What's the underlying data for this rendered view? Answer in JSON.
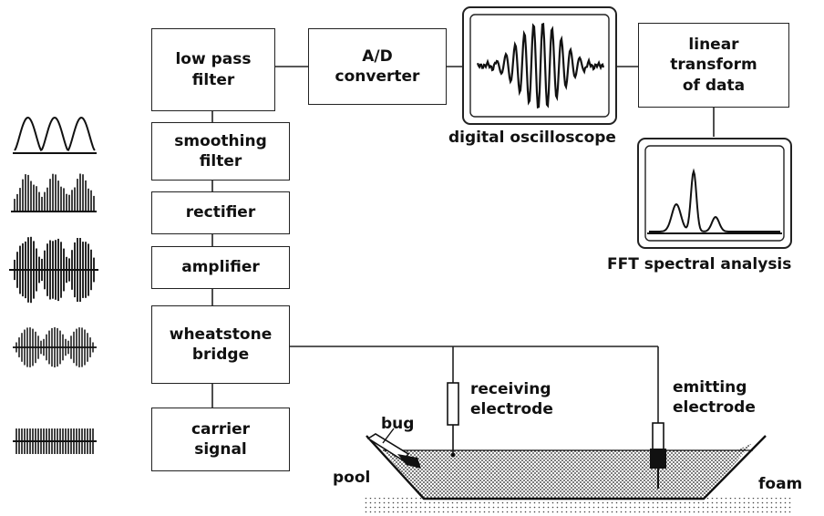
{
  "blocks": {
    "low_pass_filter": [
      "low pass",
      "filter"
    ],
    "ad_converter": [
      "A/D",
      "converter"
    ],
    "linear_transform": [
      "linear",
      "transform",
      "of data"
    ],
    "smoothing_filter": [
      "smoothing",
      "filter"
    ],
    "rectifier": [
      "rectifier"
    ],
    "amplifier": [
      "amplifier"
    ],
    "wheatstone_bridge": [
      "wheatstone",
      "bridge"
    ],
    "carrier_signal": [
      "carrier",
      "signal"
    ]
  },
  "labels": {
    "digital_oscilloscope": "digital oscilloscope",
    "fft_spectral_analysis": "FFT spectral analysis",
    "receiving_electrode": [
      "receiving",
      "electrode"
    ],
    "emitting_electrode": [
      "emitting",
      "electrode"
    ],
    "bug": "bug",
    "pool": "pool",
    "foam": "foam"
  },
  "icons": {
    "waveforms": [
      "rectified-smoothed-wave",
      "rectified-pulse-wave",
      "amplified-modulated-wave",
      "modulated-carrier-wave",
      "carrier-wave"
    ],
    "scopes": [
      "oscilloscope-trace",
      "fft-spectrum-trace"
    ]
  },
  "colors": {
    "ink": "#222222",
    "pool_fill": "#6e6e6e",
    "foam_fill": "#c8c8c8"
  }
}
